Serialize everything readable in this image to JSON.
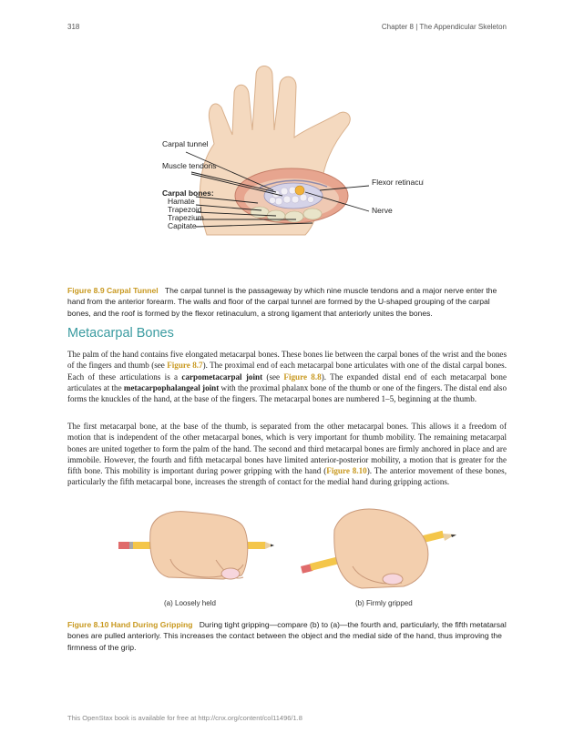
{
  "header": {
    "page_number": "318",
    "chapter": "Chapter 8 | The Appendicular Skeleton"
  },
  "figure1": {
    "labels": {
      "carpal_tunnel": "Carpal tunnel",
      "muscle_tendons": "Muscle tendons",
      "carpal_bones": "Carpal bones:",
      "hamate": "Hamate",
      "trapezoid": "Trapezoid",
      "trapezium": "Trapezium",
      "capitate": "Capitate",
      "flexor_retinaculum": "Flexor retinaculum",
      "nerve": "Nerve"
    },
    "caption_label": "Figure 8.9 Carpal Tunnel",
    "caption_text": "The carpal tunnel is the passageway by which nine muscle tendons and a major nerve enter the hand from the anterior forearm. The walls and floor of the carpal tunnel are formed by the U-shaped grouping of the carpal bones, and the roof is formed by the flexor retinaculum, a strong ligament that anteriorly unites the bones."
  },
  "section": {
    "title": "Metacarpal Bones",
    "p1": {
      "t1": "The palm of the hand contains five elongated metacarpal bones. These bones lie between the carpal bones of the wrist and the bones of the fingers and thumb (see ",
      "ref1": "Figure 8.7",
      "t2": "). The proximal end of each metacarpal bone articulates with one of the distal carpal bones. Each of these articulations is a ",
      "b1": "carpometacarpal joint",
      "t3": " (see ",
      "ref2": "Figure 8.8",
      "t4": "). The expanded distal end of each metacarpal bone articulates at the ",
      "b2": "metacarpophalangeal joint",
      "t5": " with the proximal phalanx bone of the thumb or one of the fingers. The distal end also forms the knuckles of the hand, at the base of the fingers. The metacarpal bones are numbered 1–5, beginning at the thumb."
    },
    "p2": {
      "t1": "The first metacarpal bone, at the base of the thumb, is separated from the other metacarpal bones. This allows it a freedom of motion that is independent of the other metacarpal bones, which is very important for thumb mobility. The remaining metacarpal bones are united together to form the palm of the hand. The second and third metacarpal bones are firmly anchored in place and are immobile. However, the fourth and fifth metacarpal bones have limited anterior-posterior mobility, a motion that is greater for the fifth bone. This mobility is important during power gripping with the hand (",
      "ref1": "Figure 8.10",
      "t2": "). The anterior movement of these bones, particularly the fifth metacarpal bone, increases the strength of contact for the medial hand during gripping actions."
    }
  },
  "figure2": {
    "label_a": "(a) Loosely held",
    "label_b": "(b) Firmly gripped",
    "caption_label": "Figure 8.10 Hand During Gripping",
    "caption_text": "During tight gripping—compare (b) to (a)—the fourth and, particularly, the fifth metatarsal bones are pulled anteriorly. This increases the contact between the object and the medial side of the hand, thus improving the firmness of the grip."
  },
  "footer": "This OpenStax book is available for free at http://cnx.org/content/col11496/1.8"
}
